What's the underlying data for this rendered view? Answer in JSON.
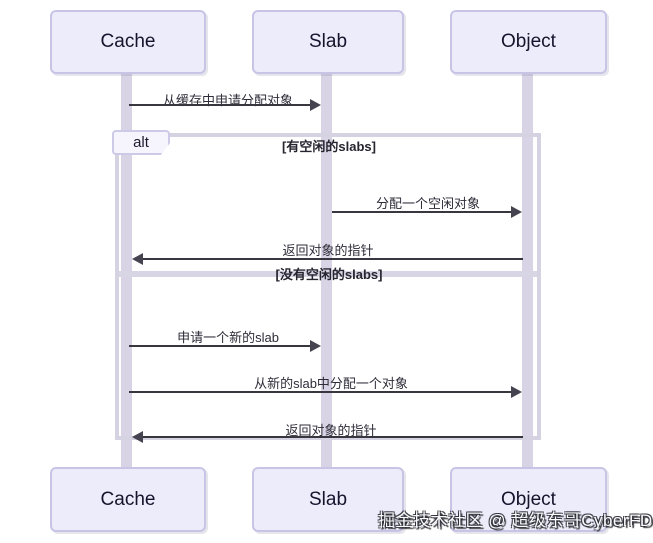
{
  "participants": [
    "Cache",
    "Slab",
    "Object"
  ],
  "fragment": {
    "operator": "alt",
    "guard_if": "[有空闲的slabs]",
    "guard_else": "[没有空闲的slabs]"
  },
  "messages": [
    {
      "from": "Cache",
      "to": "Slab",
      "branch": "pre",
      "label": "从缓存中申请分配对象"
    },
    {
      "from": "Slab",
      "to": "Object",
      "branch": "if",
      "label": "分配一个空闲对象"
    },
    {
      "from": "Object",
      "to": "Cache",
      "branch": "if",
      "label": "返回对象的指针"
    },
    {
      "from": "Cache",
      "to": "Slab",
      "branch": "else",
      "label": "申请一个新的slab"
    },
    {
      "from": "Cache",
      "to": "Object",
      "branch": "else",
      "label": "从新的slab中分配一个对象"
    },
    {
      "from": "Object",
      "to": "Cache",
      "branch": "else",
      "label": "返回对象的指针"
    }
  ],
  "watermark": "掘金技术社区 @ 超级东哥CyberFD",
  "colors": {
    "actor_fill": "#ECECFF",
    "actor_border": "#C7C4E6",
    "lifeline": "#D8D4E5",
    "fragment_border": "#D5D3E2",
    "message_line": "#38363F",
    "text": "#2E2C38",
    "background": "#FFFFFF"
  }
}
